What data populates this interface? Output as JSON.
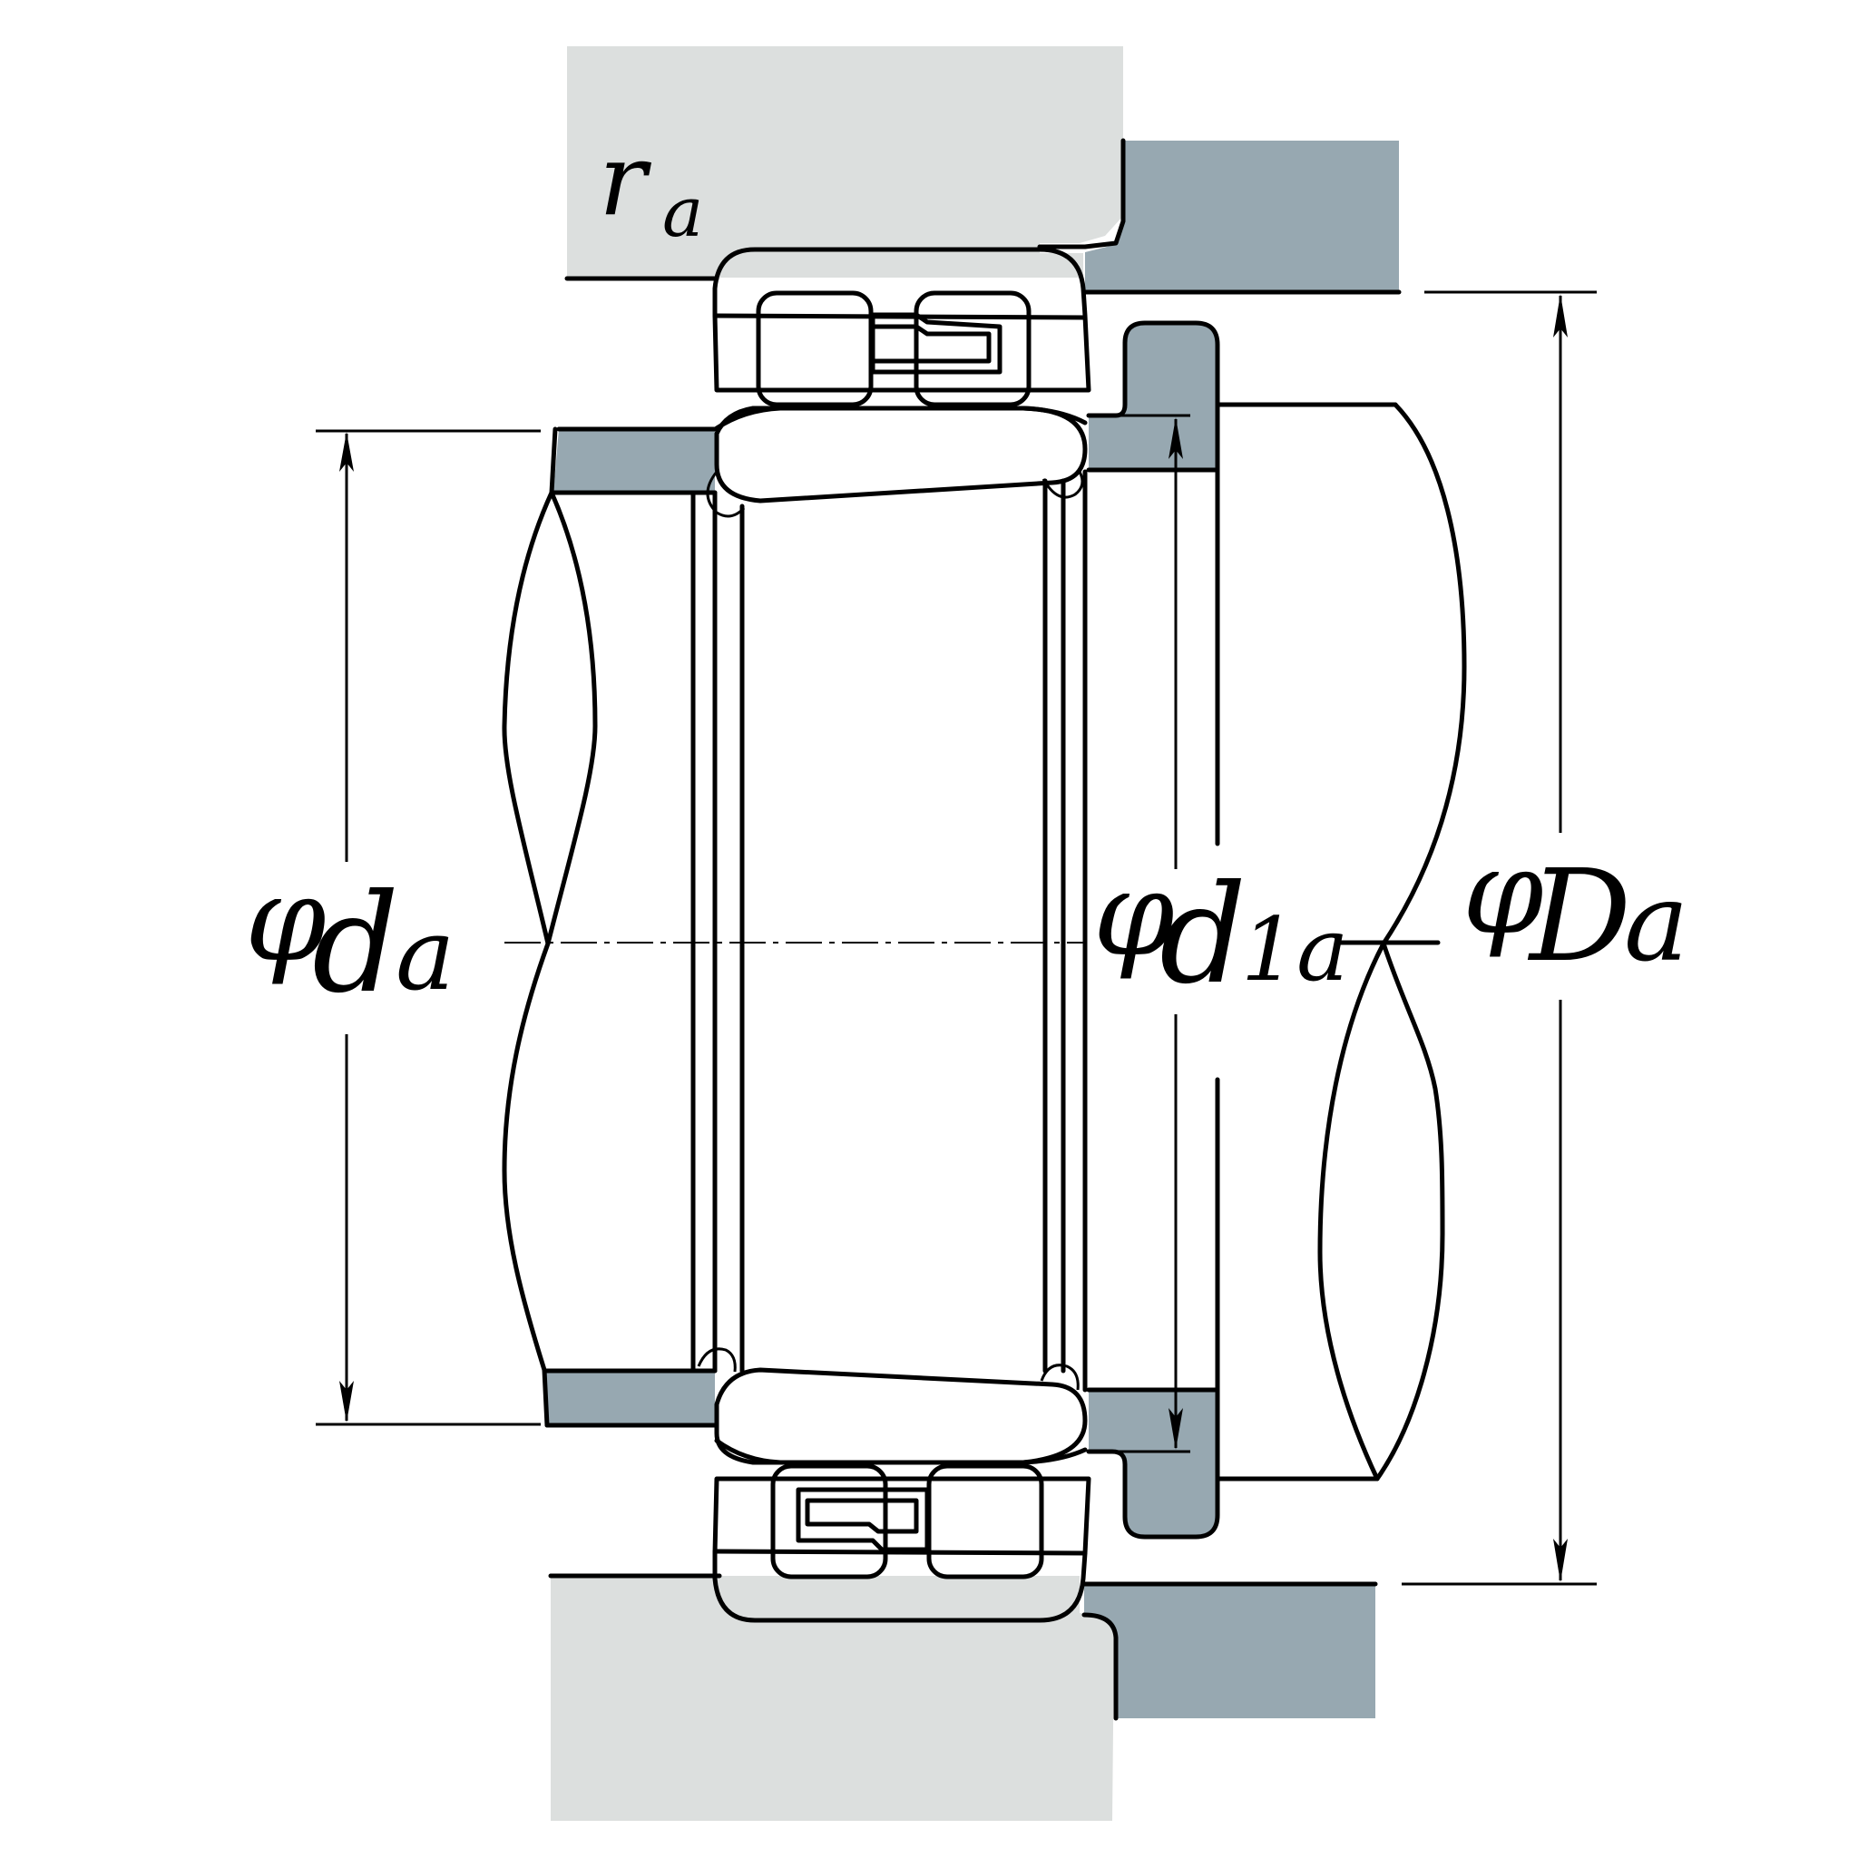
{
  "colors": {
    "housing": "#dcdfde",
    "abutment": "#97a8b1",
    "line": "#000000",
    "background": "#ffffff"
  },
  "labels": {
    "ra": {
      "main": "r",
      "sub": "a"
    },
    "da": {
      "phi": "φ",
      "main": "d",
      "sub": "a"
    },
    "d1a": {
      "phi": "φ",
      "main": "d",
      "sub": "1a"
    },
    "Da": {
      "phi": "φ",
      "main": "D",
      "sub": "a"
    }
  }
}
